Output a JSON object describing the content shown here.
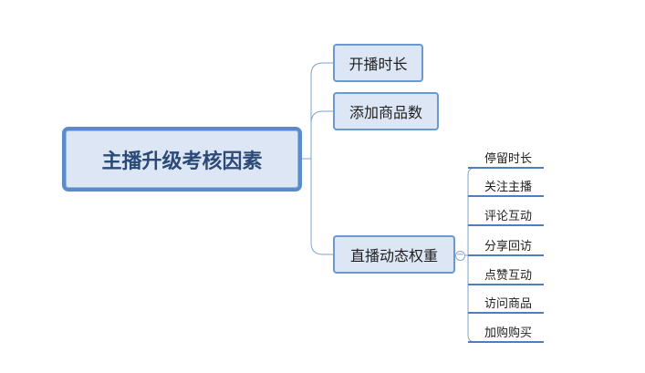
{
  "root": {
    "label": "主播升级考核因素"
  },
  "branches": [
    {
      "label": "开播时长"
    },
    {
      "label": "添加商品数"
    },
    {
      "label": "直播动态权重"
    }
  ],
  "leaves": [
    {
      "label": "停留时长"
    },
    {
      "label": "关注主播"
    },
    {
      "label": "评论互动"
    },
    {
      "label": "分享回访"
    },
    {
      "label": "点赞互动"
    },
    {
      "label": "访问商品"
    },
    {
      "label": "加购购买"
    }
  ],
  "colors": {
    "node_fill": "#dce6f4",
    "node_border": "#6a98cf",
    "connector": "#7fa3d4",
    "leaf_underline": "#4a7fc4"
  }
}
